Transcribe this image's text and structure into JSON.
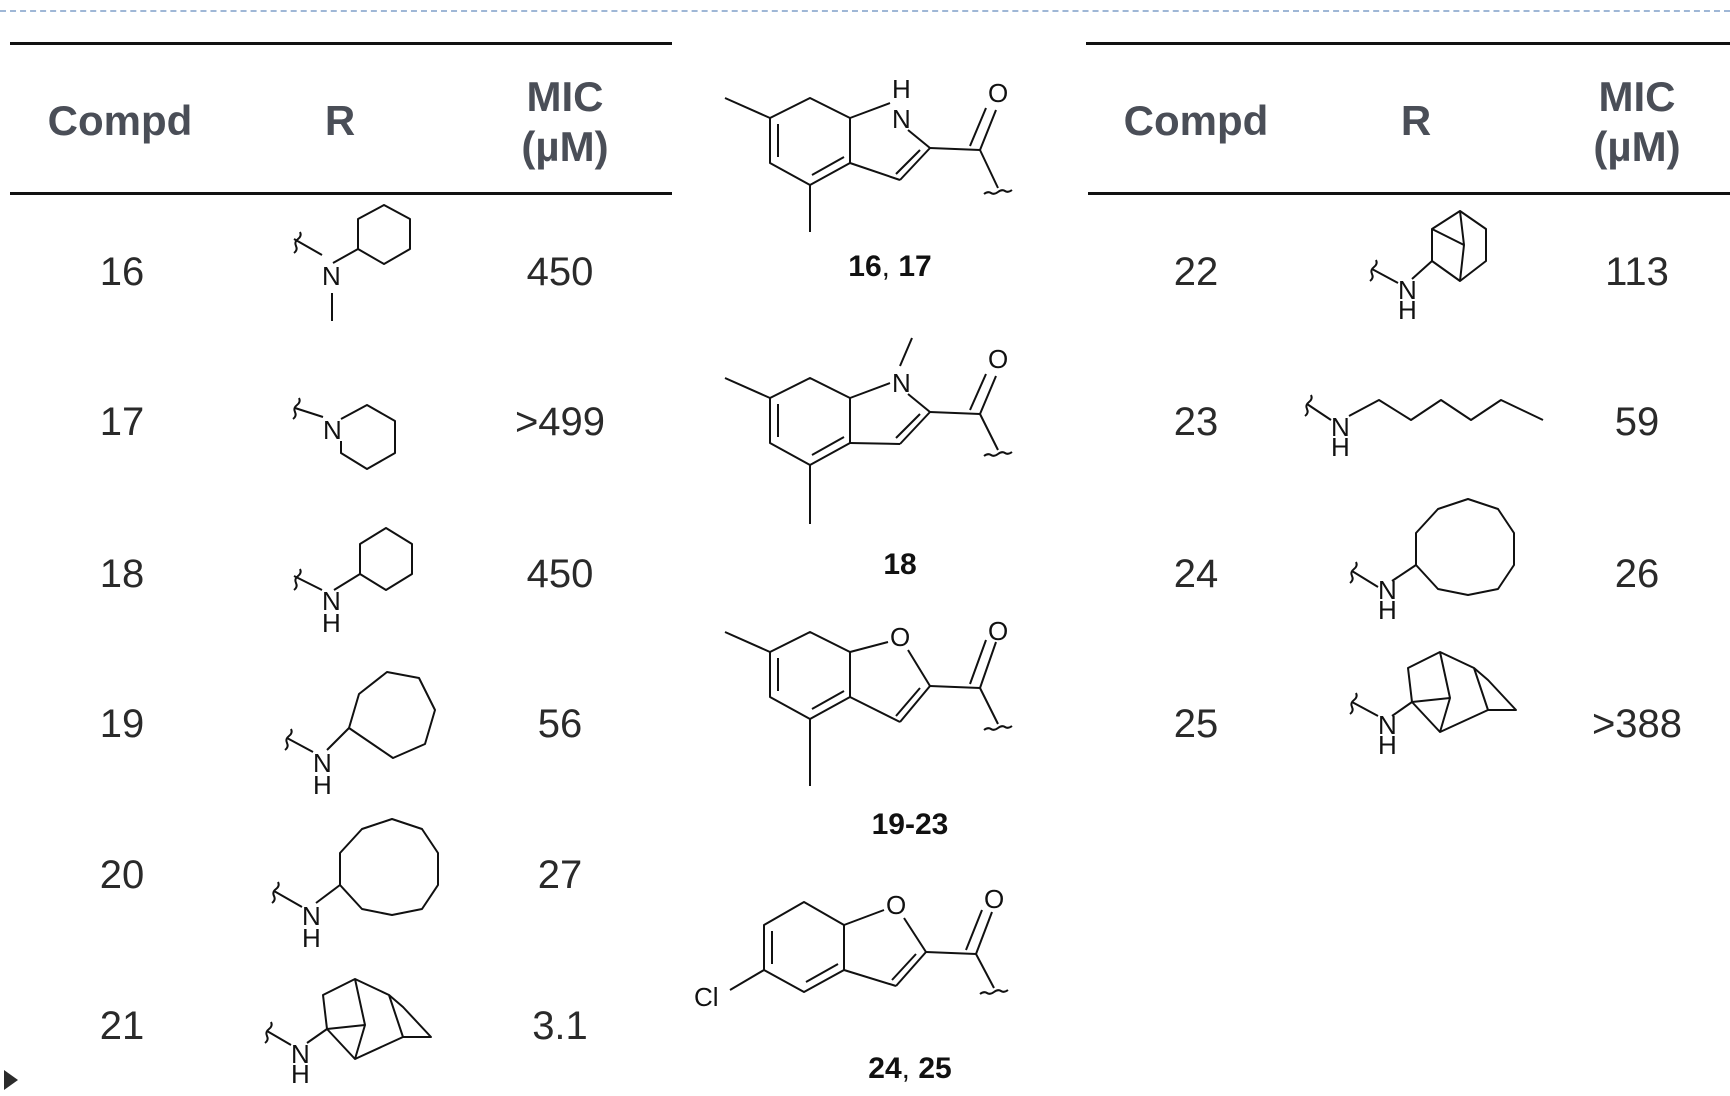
{
  "headers": {
    "compd": "Compd",
    "r": "R",
    "mic_line1": "MIC",
    "mic_line2": "(µM)"
  },
  "left_rows": [
    {
      "compd": "16",
      "mic": "450"
    },
    {
      "compd": "17",
      "mic": ">499"
    },
    {
      "compd": "18",
      "mic": "450"
    },
    {
      "compd": "19",
      "mic": "56"
    },
    {
      "compd": "20",
      "mic": "27"
    },
    {
      "compd": "21",
      "mic": "3.1"
    }
  ],
  "right_rows": [
    {
      "compd": "22",
      "mic": "113"
    },
    {
      "compd": "23",
      "mic": "59"
    },
    {
      "compd": "24",
      "mic": "26"
    },
    {
      "compd": "25",
      "mic": ">388"
    }
  ],
  "scaffold_labels": [
    {
      "a": "16",
      "sep": ", ",
      "b": "17"
    },
    {
      "a": "18",
      "sep": "",
      "b": ""
    },
    {
      "a": "19-23",
      "sep": "",
      "b": ""
    },
    {
      "a": "24",
      "sep": ", ",
      "b": "25"
    }
  ],
  "atoms": {
    "N": "N",
    "H": "H",
    "O": "O",
    "Cl": "Cl"
  }
}
